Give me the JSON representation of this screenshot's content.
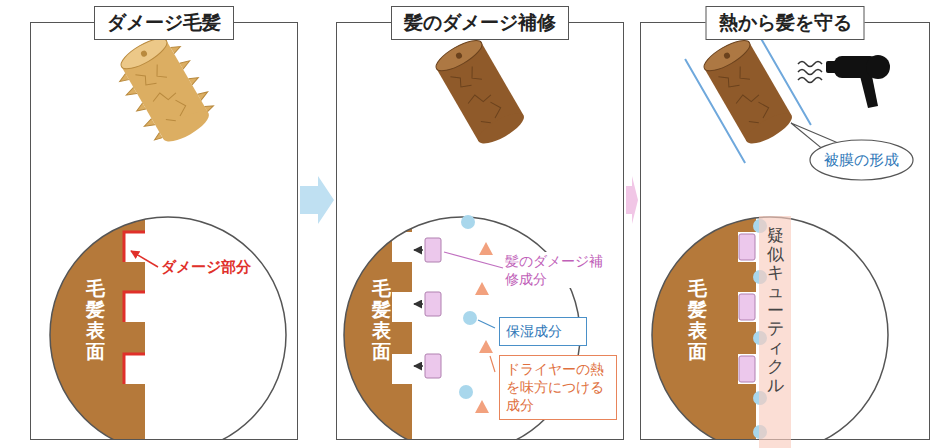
{
  "diagram": {
    "nodes": [
      {
        "text": [
          "ダメージ毛髪"
        ]
      },
      {
        "text": [
          "髪のダメージ補修"
        ]
      },
      {
        "text": [
          "熱から髪を守る"
        ]
      },
      {
        "text": [
          "保湿成分"
        ],
        "in": 1
      },
      {
        "text": [
          "ドライヤーの熱を味方につける成分"
        ],
        "in": 1
      },
      {
        "text": [
          "被膜の形成"
        ],
        "in": 2
      },
      {
        "text": [
          "疑似キューティクル"
        ],
        "in": 2
      }
    ],
    "edges": [
      {
        "from": 0,
        "to": 1,
        "arrow": "to"
      },
      {
        "from": 1,
        "to": 2,
        "arrow": "to"
      }
    ],
    "labels": [
      "毛髪表面",
      "ダメージ部分",
      "毛髪表面",
      "髪のダメージ補修成分",
      "毛髪表面"
    ]
  }
}
